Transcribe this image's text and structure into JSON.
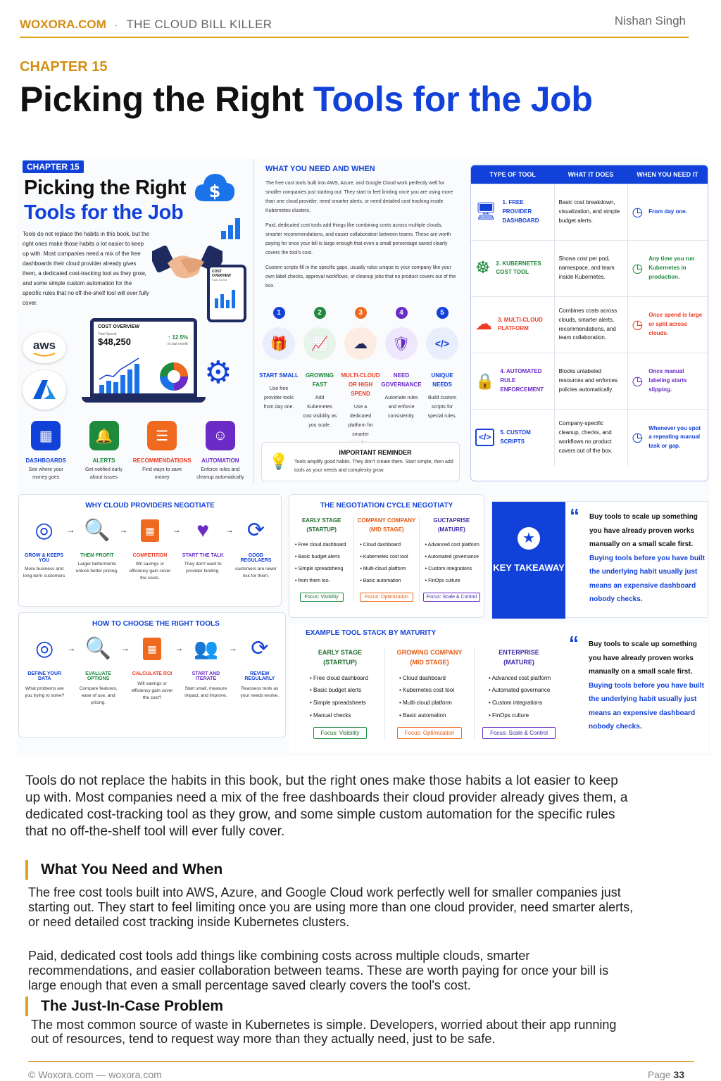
{
  "header": {
    "brand": "WOXORA.COM",
    "separator": "·",
    "subtitle": "THE CLOUD BILL KILLER",
    "author": "Nishan Singh"
  },
  "chapter_label": "CHAPTER 15",
  "title": {
    "part1": "Picking the Right ",
    "part2": "Tools for the Job"
  },
  "infographic": {
    "hero": {
      "chip": "CHAPTER 15",
      "title_line1": "Picking the Right",
      "title_line2": "Tools for the Job",
      "intro": "Tools do not replace the habits in this book, but the right ones make those habits a lot easier to keep up with. Most companies need a mix of the free dashboards their cloud provider already gives them, a dedicated cost-tracking tool as they grow, and some simple custom automation for the specific rules that no off-the-shelf tool will ever fully cover.",
      "tablet_title": "COST OVERVIEW",
      "tablet_sub": "Total Spend",
      "laptop_title": "COST OVERVIEW",
      "laptop_sub": "Total Spend",
      "laptop_amount": "$48,250",
      "laptop_change": "↑ 12.5%",
      "laptop_change_sub": "vs last month",
      "aws_label": "aws",
      "features": [
        {
          "title": "DASHBOARDS",
          "desc": "See where your money goes",
          "color": "#1141d8",
          "icon": "dashboard-icon"
        },
        {
          "title": "ALERTS",
          "desc": "Get notified early about issues",
          "color": "#1e8a3c",
          "icon": "bell-icon"
        },
        {
          "title": "RECOMMENDATIONS",
          "desc": "Find ways to save money",
          "color": "#ef6a1f",
          "icon": "list-icon"
        },
        {
          "title": "AUTOMATION",
          "desc": "Enforce rules and cleanup automatically",
          "color": "#6a2bc6",
          "icon": "robot-icon"
        }
      ]
    },
    "need": {
      "title": "WHAT YOU NEED AND WHEN",
      "p1": "The free cost tools built into AWS, Azure, and Google Cloud work perfectly well for smaller companies just starting out. They start to feel limiting once you are using more than one cloud provider, need smarter alerts, or need detailed cost tracking inside Kubernetes clusters.",
      "p2": "Paid, dedicated cost tools add things like combining costs across multiple clouds, smarter recommendations, and easier collaboration between teams. These are worth paying for once your bill is large enough that even a small percentage saved clearly covers the tool's cost.",
      "p3": "Custom scripts fill in the specific gaps, usually rules unique to your company like your own label checks, approval workflows, or cleanup jobs that no product covers out of the box.",
      "steps": [
        {
          "n": "1",
          "title": "START SMALL",
          "desc": "Use free provider tools from day one.",
          "color": "#1141d8",
          "icon": "gift-icon"
        },
        {
          "n": "2",
          "title": "GROWING FAST",
          "desc": "Add Kubernetes cost visibility as you scale.",
          "color": "#1e8a3c",
          "icon": "growth-chart-icon"
        },
        {
          "n": "3",
          "title": "MULTI-CLOUD OR HIGH SPEND",
          "desc": "Use a dedicated platform for smarter insights.",
          "color": "#ef6a1f",
          "icon": "clouds-icon"
        },
        {
          "n": "4",
          "title": "NEED GOVERNANCE",
          "desc": "Automate rules and enforce consistently.",
          "color": "#6a2bc6",
          "icon": "shield-check-icon"
        },
        {
          "n": "5",
          "title": "UNIQUE NEEDS",
          "desc": "Build custom scripts for special rules.",
          "color": "#1141d8",
          "icon": "code-icon"
        }
      ],
      "reminder_title": "IMPORTANT REMINDER",
      "reminder_text": "Tools amplify good habits. They don't create them. Start simple, then add tools as your needs and complexity grow."
    },
    "table": {
      "headers": [
        "TYPE OF TOOL",
        "WHAT IT DOES",
        "WHEN YOU NEED IT"
      ],
      "rows": [
        {
          "name": "1. FREE PROVIDER DASHBOARD",
          "does": "Basic cost breakdown, visualization, and simple budget alerts.",
          "when": "From day one.",
          "color": "#1141d8",
          "icon": "monitor-chart-icon"
        },
        {
          "name": "2. KUBERNETES COST TOOL",
          "does": "Shows cost per pod, namespace, and team inside Kubernetes.",
          "when": "Any time you run Kubernetes in production.",
          "color": "#1e8a3c",
          "icon": "helm-icon"
        },
        {
          "name": "3. MULTI-CLOUD PLATFORM",
          "does": "Combines costs across clouds, smarter alerts, recommendations, and team collaboration.",
          "when": "Once spend is large or split across clouds.",
          "color": "#ef3b24",
          "icon": "cloud-network-icon"
        },
        {
          "name": "4. AUTOMATED RULE ENFORCEMENT",
          "does": "Blocks unlabeled resources and enforces policies automatically.",
          "when": "Once manual labeling starts slipping.",
          "color": "#6a2bc6",
          "icon": "lock-icon"
        },
        {
          "name": "5. CUSTOM SCRIPTS",
          "does": "Company-specific cleanup, checks, and workflows no product covers out of the box.",
          "when": "Whenever you spot a repeating manual task or gap.",
          "color": "#1141d8",
          "icon": "code-window-icon"
        }
      ]
    },
    "negotiate": {
      "title": "WHY CLOUD PROVIDERS NEGOTIATE",
      "items": [
        {
          "title": "GROW & KEEPS YOU",
          "desc": "More business and long-term customers",
          "color": "#1141d8",
          "icon": "target-icon"
        },
        {
          "title": "THEM PROFIT",
          "desc": "Larger betterments unlock better pricing.",
          "color": "#1e8a3c",
          "icon": "magnifier-chart-icon"
        },
        {
          "title": "COMPETITION",
          "desc": "Wil savings or efficiency gain cover the costs.",
          "color": "#ef3b24",
          "icon": "calculator-icon"
        },
        {
          "title": "START THE TALK",
          "desc": "They don't want to provider binding.",
          "color": "#6a2bc6",
          "icon": "heart-hands-icon"
        },
        {
          "title": "GOOD REGULAERS",
          "desc": "customers are lower risk for them.",
          "color": "#1141d8",
          "icon": "cycle-icon"
        }
      ]
    },
    "cycle": {
      "title": "THE NEGOTIATION CYCLE NEGOTIATY",
      "cols": [
        {
          "stage": "EARLY STAGE",
          "sub": "(STARTUP)",
          "color": "#1e6b2a",
          "items": [
            "Free cloud dashboard",
            "Basic budget alerts",
            "Simple spreadsheng",
            "from them too."
          ],
          "focus": "Focus: Visibility"
        },
        {
          "stage": "COMPANY COMPANY",
          "sub": "(MID STAGE)",
          "color": "#e35a14",
          "items": [
            "Cloud dashboard",
            "Kubernetes cost tool",
            "Multi-cloud platform",
            "Basic automation"
          ],
          "focus": "Focus: Optimization"
        },
        {
          "stage": "GUCTAPRISE",
          "sub": "(MATURE)",
          "color": "#3a2ba6",
          "items": [
            "Advanced cost platform",
            "Automated governance",
            "Custom integrations",
            "FinOps culture"
          ],
          "focus": "Focus: Scale & Control"
        }
      ]
    },
    "takeaway": {
      "label": "KEY TAKEAWAY",
      "quote_black": "Buy tools to scale up something you have already proven works manually on a small scale first.",
      "quote_blue": "Buying tools before you have built the underlying habit usually just means an expensive dashboard nobody checks."
    },
    "choose": {
      "title": "HOW TO CHOOSE THE RIGHT TOOLS",
      "items": [
        {
          "title": "DEFINE YOUR DATA",
          "desc": "What problems are you trying to solve?",
          "color": "#1141d8",
          "icon": "target-icon"
        },
        {
          "title": "EVALUATE OPTIONS",
          "desc": "Compare features, ease of use, and pricing.",
          "color": "#1e8a3c",
          "icon": "magnifier-chart-icon"
        },
        {
          "title": "CALCULATE ROI",
          "desc": "Will savings or efficiency gain cover the cost?",
          "color": "#ef3b24",
          "icon": "calculator-icon"
        },
        {
          "title": "START AND ITERATE",
          "desc": "Start small, measure impact, and improve.",
          "color": "#6a2bc6",
          "icon": "team-icon"
        },
        {
          "title": "REVIEW REGULARLY",
          "desc": "Reassess tools as your needs evolve.",
          "color": "#1141d8",
          "icon": "cycle-icon"
        }
      ]
    },
    "stack": {
      "title": "EXAMPLE TOOL STACK BY MATURITY",
      "cols": [
        {
          "stage": "EARLY STAGE",
          "sub": "(STARTUP)",
          "color": "#1e6b2a",
          "items": [
            "Free cloud dashboard",
            "Basic budget alerts",
            "Simple spreadsheets",
            "Manual checks"
          ],
          "focus": "Focus: Visibility"
        },
        {
          "stage": "GROWING COMPANY",
          "sub": "(MID STAGE)",
          "color": "#e35a14",
          "items": [
            "Cloud dashboard",
            "Kubernetes cost tool",
            "Multi-cloud platform",
            "Basic automation"
          ],
          "focus": "Focus: Optimization"
        },
        {
          "stage": "ENTERPRISE",
          "sub": "(MATURE)",
          "color": "#3a2ba6",
          "items": [
            "Advanced cost platform",
            "Automated governance",
            "Custom integrations",
            "FinOps culture"
          ],
          "focus": "Focus: Scale & Control"
        }
      ],
      "quote_black": "Buy tools to scale up something you have already proven works manually on a small scale first.",
      "quote_blue": "Buying tools before you have built the underlying habit usually just means an expensive dashboard nobody checks."
    }
  },
  "body": {
    "intro": "Tools do not replace the habits in this book, but the right ones make those habits a lot easier to keep up with. Most companies need a mix of the free dashboards their cloud provider already gives them, a dedicated cost-tracking tool as they grow, and some simple custom automation for the specific rules that no off-the-shelf tool will ever fully cover.",
    "h1": "What You Need and When",
    "p1": "The free cost tools built into AWS, Azure, and Google Cloud work perfectly well for smaller companies just starting out. They start to feel limiting once you are using more than one cloud provider, need smarter alerts, or need detailed cost tracking inside Kubernetes clusters.",
    "p2": "Paid, dedicated cost tools add things like combining costs across multiple clouds, smarter recommendations, and easier collaboration between teams. These are worth paying for once your bill is large enough that even a small percentage saved clearly covers the tool's cost.",
    "h2": "The Just-In-Case Problem",
    "p3": "The most common source of waste in Kubernetes is simple. Developers, worried about their app running out of resources, tend to request way more than they actually need, just to be safe."
  },
  "footer": {
    "left": "© Woxora.com — woxora.com",
    "page_label": "Page",
    "page_number": "33"
  }
}
